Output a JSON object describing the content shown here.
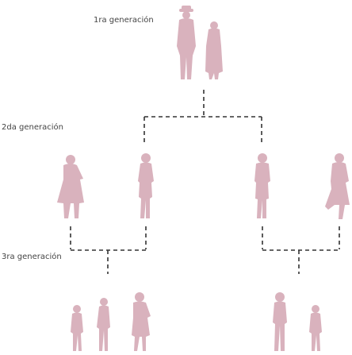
{
  "generations": {
    "first": "1ra generación",
    "second": "2da generación",
    "third": "3ra generación"
  },
  "colors": {
    "figure": "#d9b2bd",
    "line": "#333333",
    "text": "#444444"
  }
}
